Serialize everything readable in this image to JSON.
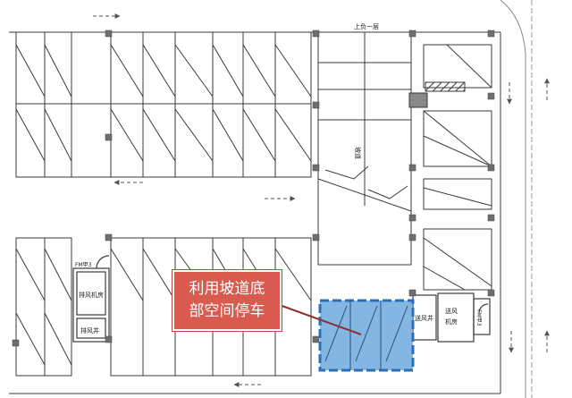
{
  "callout": {
    "line1": "利用坡道底",
    "line2": "部空间停车"
  },
  "labels": {
    "ramp_top": "上负一层",
    "ramp_mid": "坡道",
    "left_room_code": "FM甲3",
    "left_room_name": "排风机房",
    "left_shaft": "排风井",
    "right_shaft": "送风井",
    "right_room_name_1": "送风",
    "right_room_name_2": "机房",
    "right_door_code": "FM甲3"
  },
  "colors": {
    "linework": "#3a3a3a",
    "column": "#6e6e6e",
    "highlight_fill": "#6fa9de",
    "highlight_border": "#2a6fb8",
    "callout_fill": "#d95b4f",
    "leader": "#8c2f2f"
  }
}
